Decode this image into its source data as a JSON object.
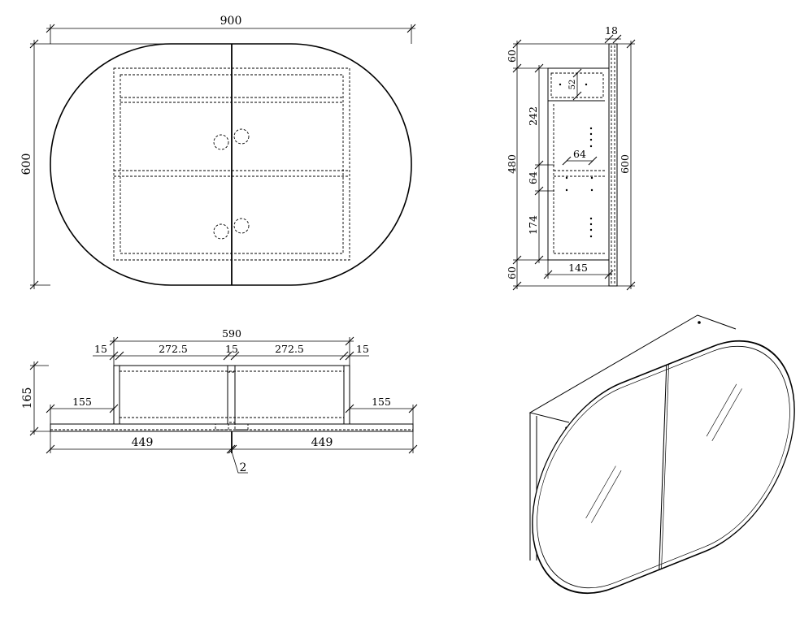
{
  "front_view": {
    "width_label": "900",
    "height_label": "600"
  },
  "side_view": {
    "door_thickness_label": "18",
    "top_gap_label": "60",
    "body_height_label": "480",
    "bottom_gap_label": "60",
    "upper_section_label": "242",
    "shelf_gap_label": "64",
    "lower_section_label": "174",
    "hole_spacing_label": "64",
    "top_box_label": "52",
    "total_height_label": "600",
    "depth_label": "145"
  },
  "top_view": {
    "overall_label": "590",
    "left_panel_label": "15",
    "left_bay_label": "272.5",
    "center_panel_label": "15",
    "right_bay_label": "272.5",
    "right_panel_label": "15",
    "depth_label": "165",
    "left_overhang_label": "155",
    "right_overhang_label": "155",
    "left_door_label": "449",
    "right_door_label": "449",
    "door_gap_label": "2"
  }
}
